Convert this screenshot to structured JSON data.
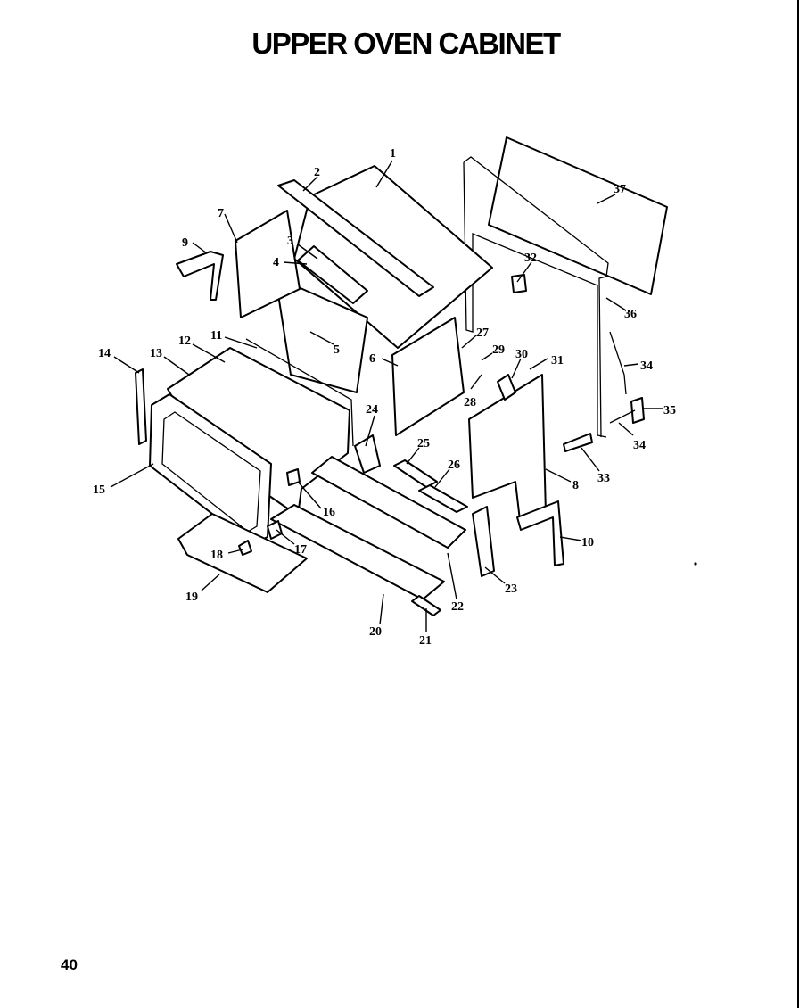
{
  "title": "UPPER OVEN CABINET",
  "page_number": "40",
  "part_labels": [
    "1",
    "2",
    "3",
    "4",
    "5",
    "6",
    "7",
    "8",
    "9",
    "10",
    "11",
    "12",
    "13",
    "14",
    "15",
    "16",
    "17",
    "18",
    "19",
    "20",
    "21",
    "22",
    "23",
    "24",
    "25",
    "26",
    "27",
    "28",
    "29",
    "30",
    "31",
    "32",
    "33",
    "34",
    "34",
    "35",
    "36",
    "37"
  ]
}
